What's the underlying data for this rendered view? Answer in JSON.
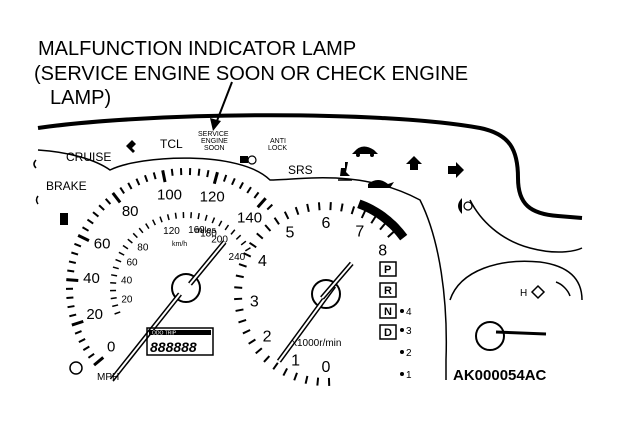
{
  "callout": {
    "line1": "MALFUNCTION INDICATOR LAMP",
    "line2": "(SERVICE ENGINE SOON OR CHECK ENGINE",
    "line3": "LAMP)"
  },
  "indicators": {
    "cruise": "CRUISE",
    "brake": "BRAKE",
    "tcl": "TCL",
    "service1": "SERVICE",
    "service2": "ENGINE",
    "service3": "SOON",
    "anti1": "ANTI",
    "anti2": "LOCK",
    "srs": "SRS"
  },
  "speedometer": {
    "mph_ticks": [
      "0",
      "20",
      "40",
      "60",
      "80",
      "100",
      "120",
      "140"
    ],
    "kmh_ticks": [
      "20",
      "40",
      "60",
      "80",
      "120",
      "160",
      "180",
      "200",
      "240"
    ],
    "unit_miles": "miles",
    "unit_kmh": "km/h",
    "unit_mph": "MPH",
    "odo_label": "ODO TRIP",
    "odo_value": "888888"
  },
  "tachometer": {
    "ticks": [
      "0",
      "1",
      "2",
      "3",
      "4",
      "5",
      "6",
      "7",
      "8"
    ],
    "unit": "x1000r/min"
  },
  "gear_positions": [
    "P",
    "R",
    "N",
    "D"
  ],
  "gear_side": [
    "4",
    "3",
    "2",
    "1"
  ],
  "temp_gauge": {
    "hot": "H"
  },
  "figure_code": "AK000054AC"
}
